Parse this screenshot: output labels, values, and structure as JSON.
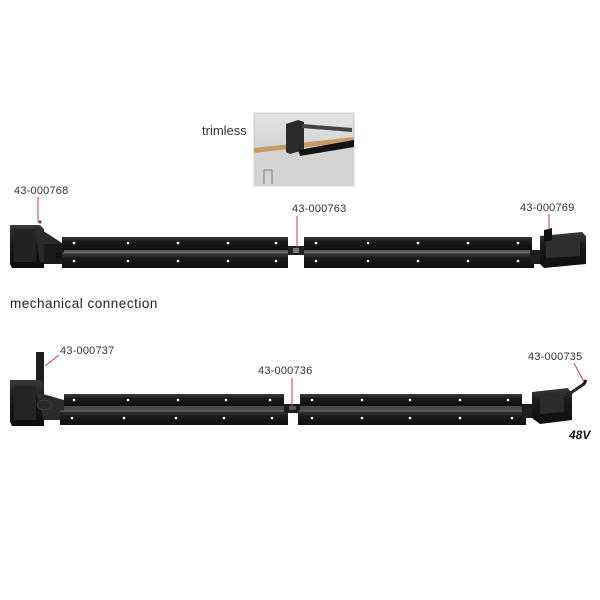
{
  "top": {
    "trimless_label": "trimless",
    "parts": {
      "corner_left": "43-000768",
      "connector_middle": "43-000763",
      "corner_right": "43-000769"
    }
  },
  "section_heading": "mechanical connection",
  "bottom": {
    "parts": {
      "corner_left": "43-000737",
      "connector_middle": "43-000736",
      "feed_right": "43-000735"
    },
    "voltage": "48V"
  },
  "colors": {
    "leader": "#c2347a",
    "profile": "#1a1a1a",
    "hole": "#ffffff",
    "wood": "#c89a62"
  }
}
